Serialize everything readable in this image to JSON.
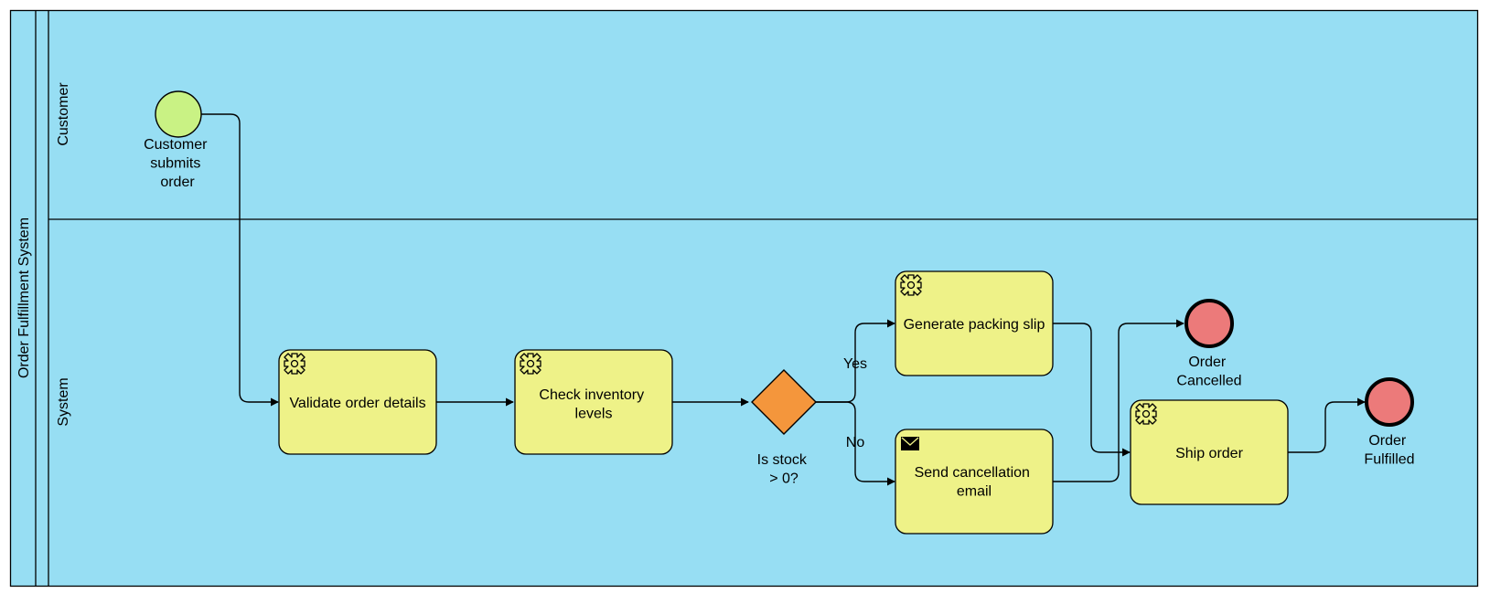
{
  "pool": {
    "label": "Order Fulfillment System",
    "fill": "#97DEF3"
  },
  "lanes": {
    "customer": "Customer",
    "system": "System"
  },
  "events": {
    "start": {
      "label": [
        "Customer",
        "submits",
        "order"
      ],
      "fill": "#C9F284"
    },
    "cancelled": {
      "label": [
        "Order",
        "Cancelled"
      ],
      "fill": "#EC7A7A"
    },
    "fulfilled": {
      "label": [
        "Order",
        "Fulfilled"
      ],
      "fill": "#EC7A7A"
    }
  },
  "tasks": {
    "validate": {
      "label": [
        "Validate order details"
      ],
      "type": "service",
      "icon": "gear-icon"
    },
    "check": {
      "label": [
        "Check inventory",
        "levels"
      ],
      "type": "service",
      "icon": "gear-icon"
    },
    "packing": {
      "label": [
        "Generate packing slip"
      ],
      "type": "service",
      "icon": "gear-icon"
    },
    "cancel_email": {
      "label": [
        "Send cancellation",
        "email"
      ],
      "type": "send",
      "icon": "envelope-icon"
    },
    "ship": {
      "label": [
        "Ship order"
      ],
      "type": "service",
      "icon": "gear-icon"
    }
  },
  "gateway": {
    "label": [
      "Is stock",
      "> 0?"
    ],
    "fill": "#F4963C"
  },
  "flows": {
    "yes_label": "Yes",
    "no_label": "No"
  },
  "colors": {
    "task_fill": "#EEF288",
    "stroke": "#000000"
  }
}
